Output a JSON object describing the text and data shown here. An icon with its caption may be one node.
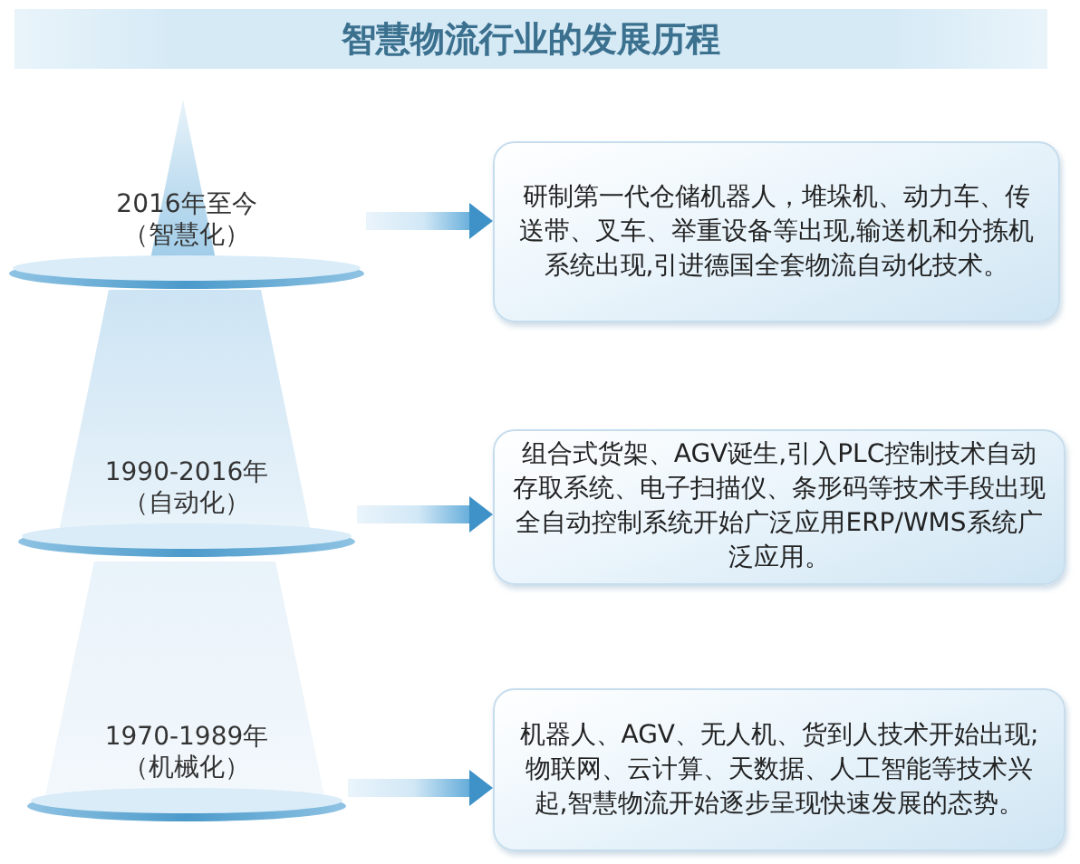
{
  "diagram": {
    "title": "智慧物流行业的发展历程",
    "nodes": [
      {
        "text": [
          "2016年至今",
          "（智慧化）"
        ]
      },
      {
        "text": [
          "研制第一代仓储机器人，堆垛机、动力车、传送带、叉车、举重设备等出现,输送机和分拣机系统出现,引进德国全套物流自动化技术。"
        ]
      },
      {
        "text": [
          "1990-2016年",
          "（自动化）"
        ]
      },
      {
        "text": [
          "组合式货架、AGV诞生,引入PLC控制技术自动存取系统、电子扫描仪、条形码等技术手段出现全自动控制系统开始广泛应用ERP/WMS系统广泛应用。"
        ]
      },
      {
        "text": [
          "1970-1989年",
          "（机械化）"
        ]
      },
      {
        "text": [
          "机器人、AGV、无人机、货到人技术开始出现;物联网、云计算、天数据、人工智能等技术兴起,智慧物流开始逐步呈现快速发展的态势。"
        ]
      }
    ],
    "edges": [
      {
        "from": 0,
        "to": 1,
        "arrow": "to"
      },
      {
        "from": 2,
        "to": 3,
        "arrow": "to"
      },
      {
        "from": 4,
        "to": 5,
        "arrow": "to"
      }
    ]
  }
}
